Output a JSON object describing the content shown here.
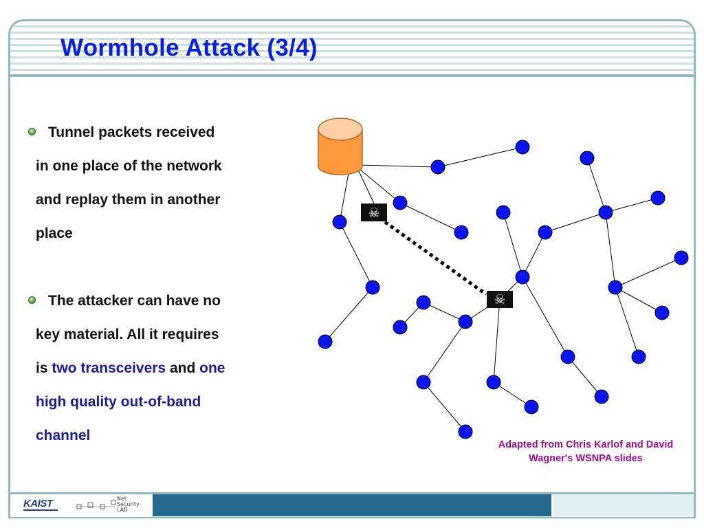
{
  "slide": {
    "title": "Wormhole Attack (3/4)",
    "bullet1": {
      "line1": "Tunnel packets received",
      "line2": "in one place of the network",
      "line3": "and replay them in another",
      "line4": "place"
    },
    "bullet2": {
      "line1": "The attacker can have no",
      "line2": "key material. All it requires",
      "line3_a": "is ",
      "line3_b": "two transceivers",
      "line3_c": " and ",
      "line3_d": "one",
      "line4": "high quality out-of-band",
      "line5": "channel"
    },
    "credit_line1": "Adapted from Chris Karlof and David",
    "credit_line2": "Wagner's WSNPA slides",
    "attacker_icon": "skull-crossbones-icon"
  },
  "footer": {
    "logo_text": "KAIST",
    "lab_text_1": "Net",
    "lab_text_2": "Security",
    "lab_text_3": "LAB"
  },
  "colors": {
    "title": "#0a1fe6",
    "node": "#0a14f0",
    "base_station": "#ff9a3c",
    "highlight": "#1a1aa6",
    "credit": "#9b0f8f",
    "footer_bar": "#256b8f",
    "frame": "#8fb9bb"
  }
}
